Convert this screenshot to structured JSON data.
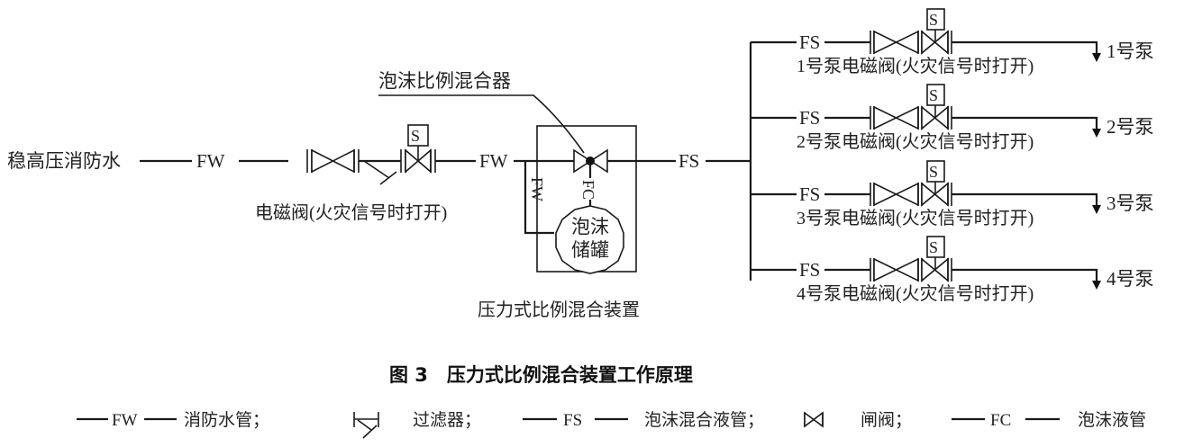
{
  "diagram": {
    "source_label": "稳高压消防水",
    "pipe_codes": {
      "water": "FW",
      "mix": "FS",
      "foam": "FC"
    },
    "solenoid_symbol": "S",
    "inlet_valve_caption": "电磁阀(火灾信号时打开)",
    "proportioner_label": "泡沫比例混合器",
    "tank_label_line1": "泡沫",
    "tank_label_line2": "储罐",
    "device_caption": "压力式比例混合装置",
    "branches": [
      {
        "code": "FS",
        "valve_caption": "1号泵电磁阀(火灾信号时打开)",
        "pump": "1号泵"
      },
      {
        "code": "FS",
        "valve_caption": "2号泵电磁阀(火灾信号时打开)",
        "pump": "2号泵"
      },
      {
        "code": "FS",
        "valve_caption": "3号泵电磁阀(火灾信号时打开)",
        "pump": "3号泵"
      },
      {
        "code": "FS",
        "valve_caption": "4号泵电磁阀(火灾信号时打开)",
        "pump": "4号泵"
      }
    ]
  },
  "figure": {
    "title": "图 3　压力式比例混合装置工作原理"
  },
  "legend": {
    "water_code": "FW",
    "water_label": "消防水管；",
    "filter_label": "过滤器；",
    "mix_code": "FS",
    "mix_label": "泡沫混合液管；",
    "gate_label": "闸阀；",
    "foam_code": "FC",
    "foam_label": "泡沫液管"
  }
}
